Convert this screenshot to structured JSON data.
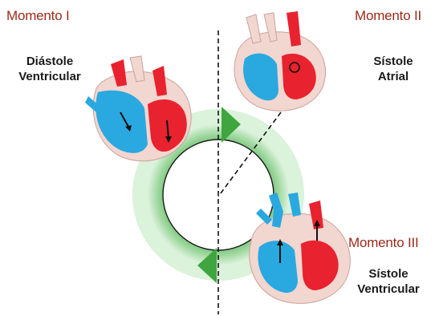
{
  "colors": {
    "moment_title": "#9b2a1a",
    "cycle_green": "#5fbf5f",
    "cycle_green_light": "#cdeccd",
    "blood_deoxygenated": "#2aa8e0",
    "blood_oxygenated": "#e8222e",
    "heart_wall": "#f2d6d0"
  },
  "moments": [
    {
      "title": "Momento I",
      "phase_line1": "Diástole",
      "phase_line2": "Ventricular"
    },
    {
      "title": "Momento II",
      "phase_line1": "Sístole",
      "phase_line2": "Atrial"
    },
    {
      "title": "Momento III",
      "phase_line1": "Sístole",
      "phase_line2": "Ventricular"
    }
  ],
  "icons": [
    "heart-diastole-icon",
    "heart-atrial-systole-icon",
    "heart-ventricular-systole-icon",
    "cycle-arrow-icon"
  ]
}
